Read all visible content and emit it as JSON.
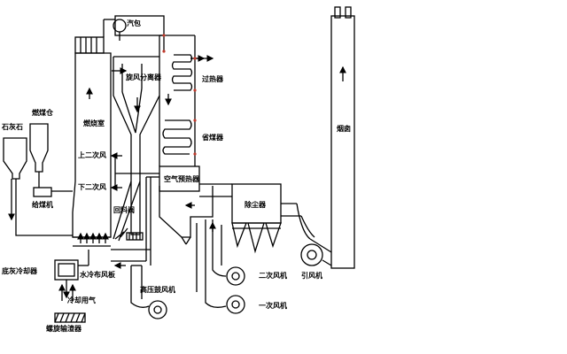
{
  "colors": {
    "line": "#000000",
    "background": "#ffffff",
    "port": "#c0392b"
  },
  "labels": {
    "steam_drum": "汽包",
    "limestone": "石灰石",
    "coal_bin": "燃煤仓",
    "coal_feeder": "给煤机",
    "furnace": "燃烧室",
    "upper_secondary_air": "上二次风",
    "lower_secondary_air": "下二次风",
    "cyclone": "旋风分离器",
    "return_valve": "回料阀",
    "superheater": "过热器",
    "economizer": "省煤器",
    "air_preheater": "空气预热器",
    "dust_collector": "除尘器",
    "chimney": "烟囱",
    "secondary_fan": "二次风机",
    "primary_fan": "一次风机",
    "induced_fan": "引风机",
    "high_pressure_fan": "高压鼓风机",
    "water_cooled_distributor": "水冷布风板",
    "ash_cooler": "底灰冷却器",
    "cooling_air": "冷却用气",
    "screw_conveyor": "螺旋输渣器"
  }
}
